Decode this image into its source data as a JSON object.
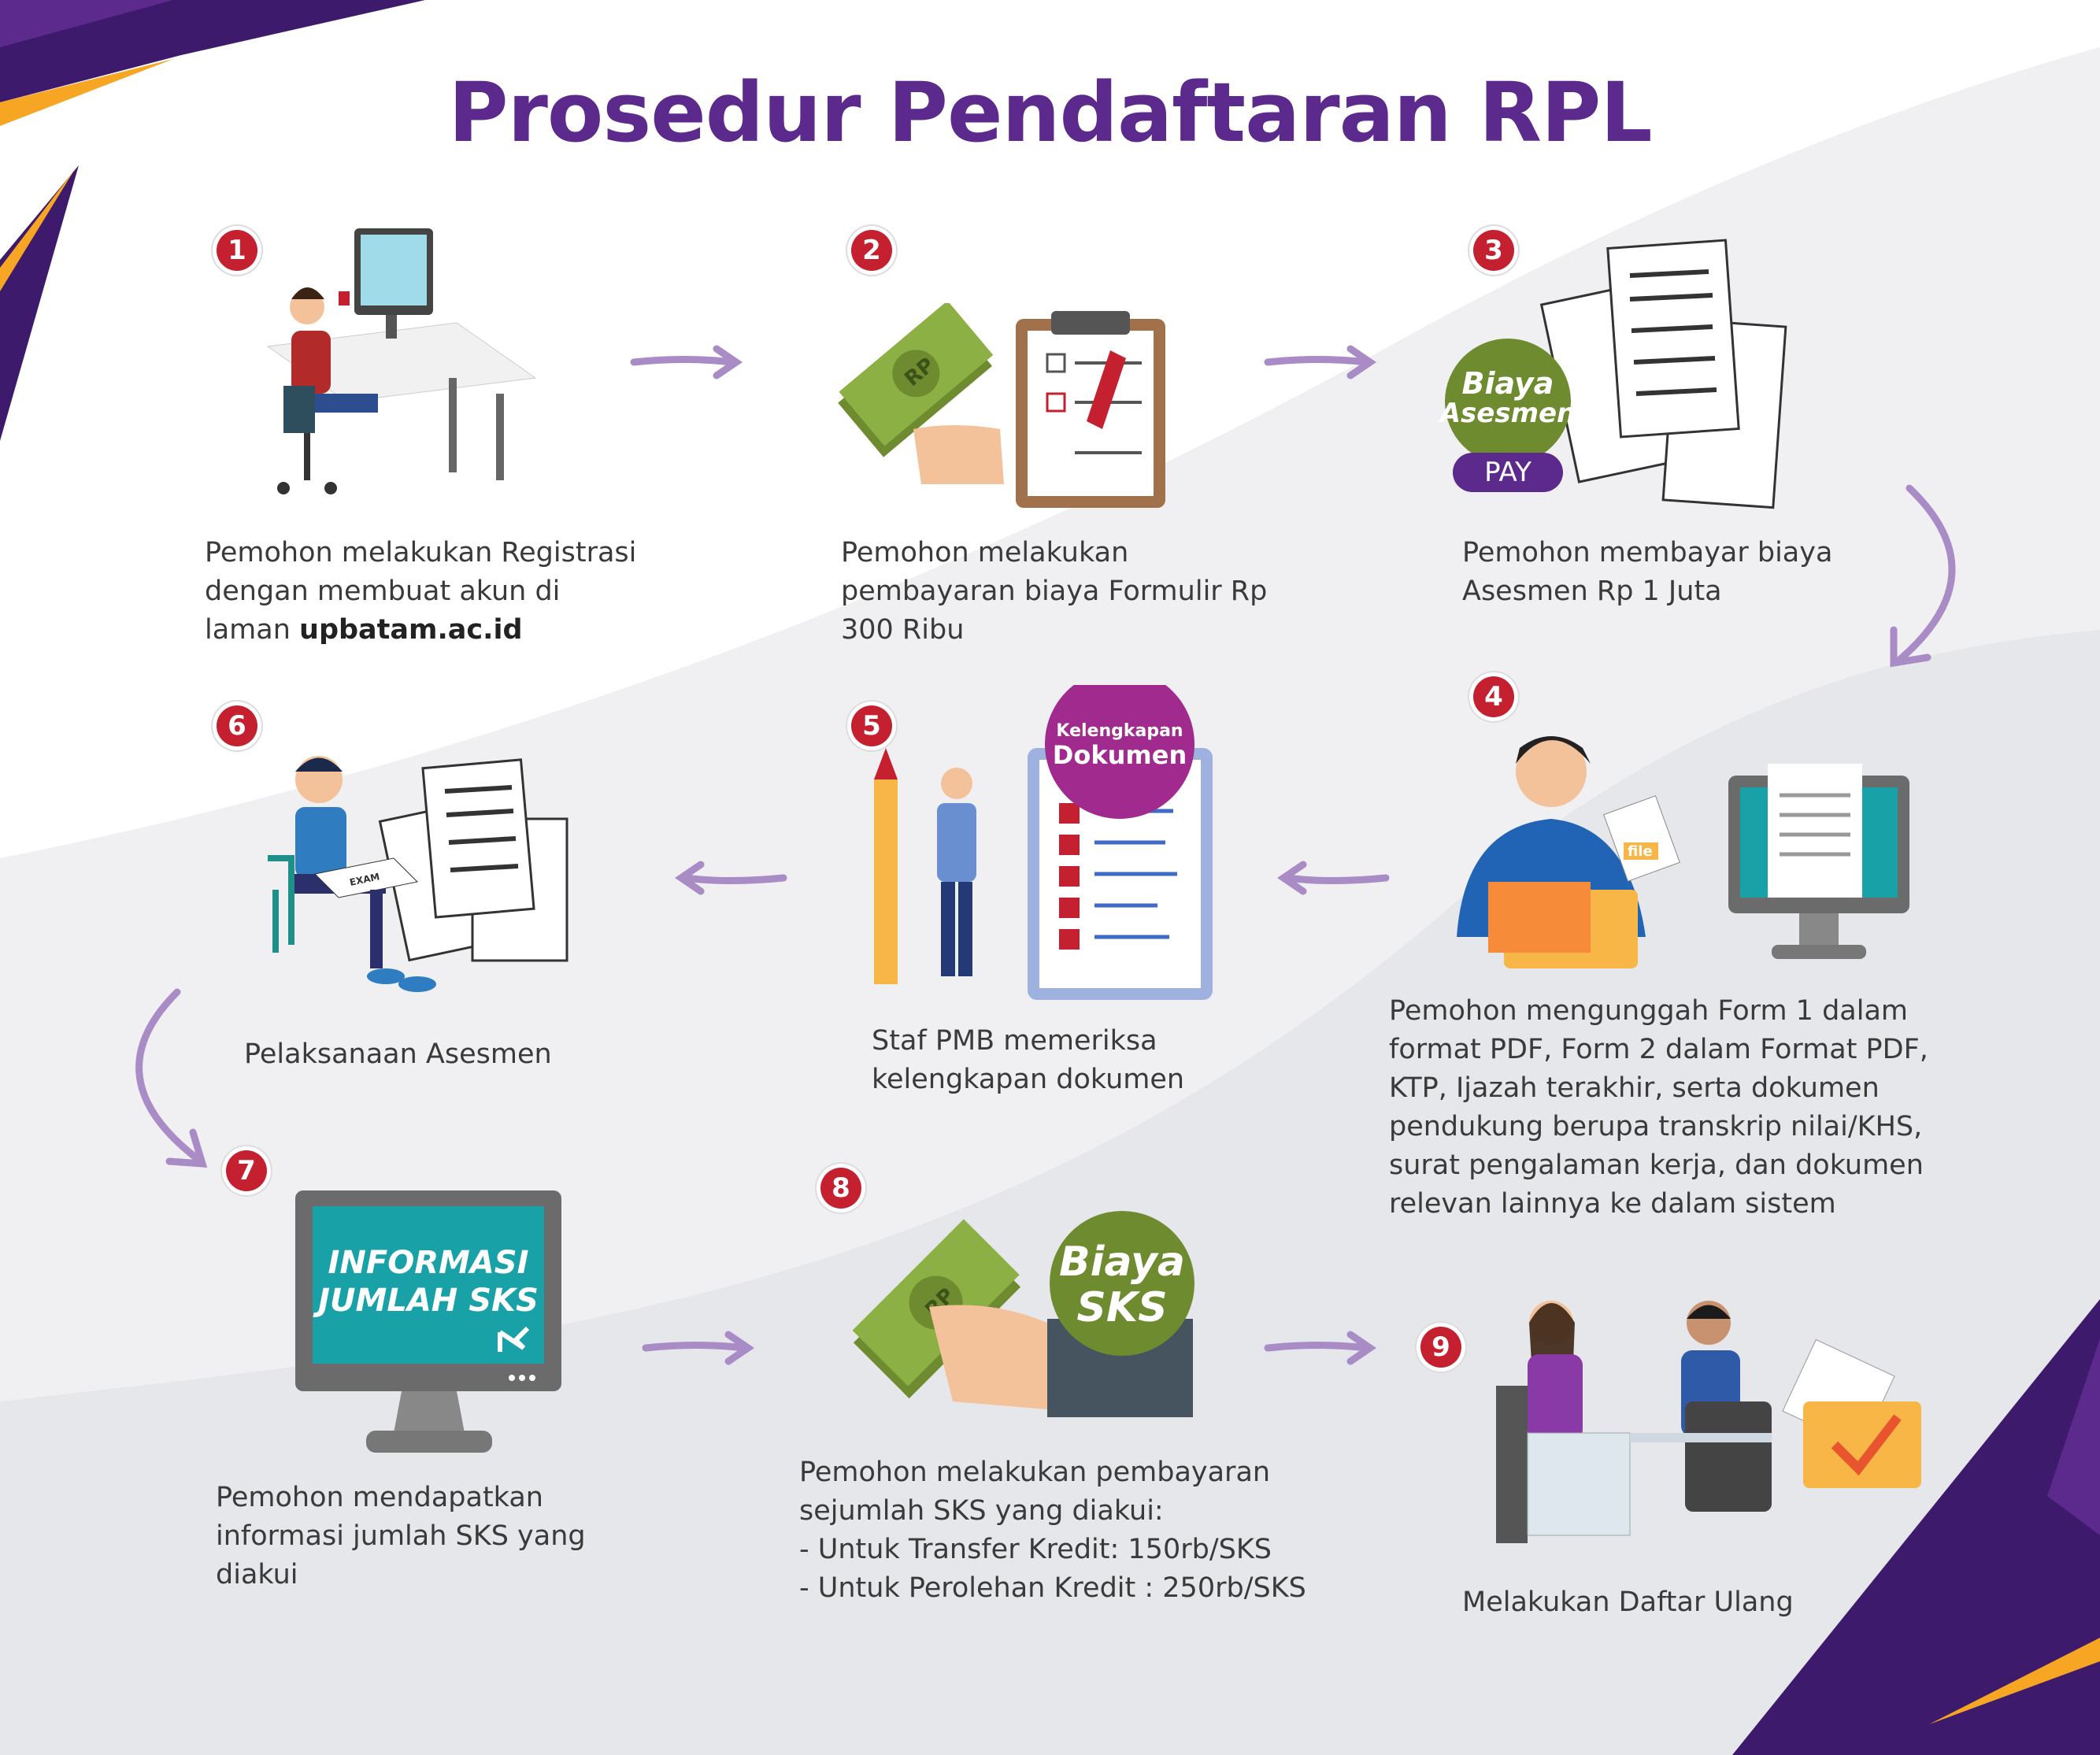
{
  "title": "Prosedur Pendaftaran RPL",
  "colors": {
    "purple": "#5b2a8c",
    "badge_red": "#c4202f",
    "arrow": "#a98bc6",
    "text": "#3a3a3a",
    "green": "#6e8b2f"
  },
  "steps": [
    {
      "number": "1",
      "text_lines": [
        "Pemohon melakukan Registrasi",
        "dengan membuat akun di"
      ],
      "text_prefix": "laman ",
      "text_bold": "upbatam.ac.id"
    },
    {
      "number": "2",
      "text_lines": [
        "Pemohon melakukan",
        "pembayaran biaya Formulir Rp",
        "300 Ribu"
      ],
      "money_label": "RP"
    },
    {
      "number": "3",
      "text_lines": [
        "Pemohon membayar biaya",
        "Asesmen Rp 1 Juta"
      ],
      "circle_line1": "Biaya",
      "circle_line2": "Asesmen",
      "pay_label": "PAY"
    },
    {
      "number": "4",
      "text_lines": [
        "Pemohon mengunggah Form 1 dalam",
        "format PDF, Form 2 dalam Format PDF,",
        "KTP, Ijazah terakhir, serta dokumen",
        "pendukung berupa transkrip nilai/KHS,",
        "surat pengalaman kerja, dan dokumen",
        "relevan lainnya ke dalam sistem"
      ],
      "file_label": "file"
    },
    {
      "number": "5",
      "text_lines": [
        "Staf PMB memeriksa",
        "kelengkapan dokumen"
      ],
      "circle_line1": "Kelengkapan",
      "circle_line2": "Dokumen"
    },
    {
      "number": "6",
      "text_lines": [
        "Pelaksanaan Asesmen"
      ],
      "exam_label": "EXAM"
    },
    {
      "number": "7",
      "text_lines": [
        "Pemohon mendapatkan",
        "informasi jumlah SKS yang",
        "diakui"
      ],
      "screen_line1": "INFORMASI",
      "screen_line2": "JUMLAH SKS"
    },
    {
      "number": "8",
      "text_lines": [
        "Pemohon melakukan pembayaran",
        "sejumlah SKS yang diakui:",
        "- Untuk Transfer Kredit: 150rb/SKS",
        "- Untuk Perolehan Kredit : 250rb/SKS"
      ],
      "circle_line1": "Biaya",
      "circle_line2": "SKS",
      "money_label": "RP"
    },
    {
      "number": "9",
      "text_lines": [
        "Melakukan Daftar Ulang"
      ]
    }
  ]
}
